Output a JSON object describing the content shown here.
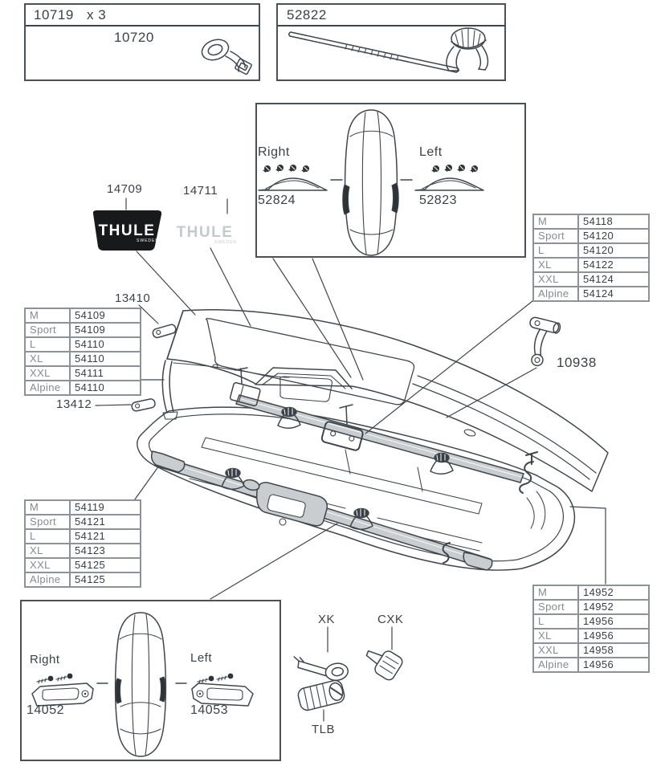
{
  "colors": {
    "ink": "#3f464c",
    "shade_gray": "#c9cdd0",
    "dark_fill": "#2e3338",
    "logo_black": "#17191b",
    "logo_gray": "#c6c9cb",
    "table_border": "#8d9298",
    "muted_text": "#858b90"
  },
  "boxes": {
    "strap_kit": {
      "part_number": "10719",
      "quantity": "x 3",
      "strap_part": "10720"
    },
    "torque_rod": {
      "part_number": "52822"
    },
    "lid_trims": {
      "right_label": "Right",
      "right_part": "52824",
      "left_label": "Left",
      "left_part": "52823"
    },
    "handle_kit": {
      "right_label": "Right",
      "right_part": "14052",
      "left_label": "Left",
      "left_part": "14053"
    }
  },
  "labels": {
    "logo_black_part": "14709",
    "logo_gray_part": "14711",
    "thule_wordmark": "THULE",
    "thule_sub": "SWEDEN",
    "pin_upper": "13410",
    "pin_lower": "13412",
    "tension_bracket": "10938",
    "key": "XK",
    "master_key": "CXK",
    "lock_barrel": "TLB"
  },
  "tables": {
    "t1_lid_strut": {
      "rows": [
        {
          "size": "M",
          "part": "54109"
        },
        {
          "size": "Sport",
          "part": "54109"
        },
        {
          "size": "L",
          "part": "54110"
        },
        {
          "size": "XL",
          "part": "54110"
        },
        {
          "size": "XXL",
          "part": "54111"
        },
        {
          "size": "Alpine",
          "part": "54110"
        }
      ]
    },
    "t2_rear_rail": {
      "rows": [
        {
          "size": "M",
          "part": "54118"
        },
        {
          "size": "Sport",
          "part": "54120"
        },
        {
          "size": "L",
          "part": "54120"
        },
        {
          "size": "XL",
          "part": "54122"
        },
        {
          "size": "XXL",
          "part": "54124"
        },
        {
          "size": "Alpine",
          "part": "54124"
        }
      ]
    },
    "t3_front_rail": {
      "rows": [
        {
          "size": "M",
          "part": "54119"
        },
        {
          "size": "Sport",
          "part": "54121"
        },
        {
          "size": "L",
          "part": "54121"
        },
        {
          "size": "XL",
          "part": "54123"
        },
        {
          "size": "XXL",
          "part": "54125"
        },
        {
          "size": "Alpine",
          "part": "54125"
        }
      ]
    },
    "t4_base": {
      "rows": [
        {
          "size": "M",
          "part": "14952"
        },
        {
          "size": "Sport",
          "part": "14952"
        },
        {
          "size": "L",
          "part": "14956"
        },
        {
          "size": "XL",
          "part": "14956"
        },
        {
          "size": "XXL",
          "part": "14958"
        },
        {
          "size": "Alpine",
          "part": "14956"
        }
      ]
    }
  }
}
